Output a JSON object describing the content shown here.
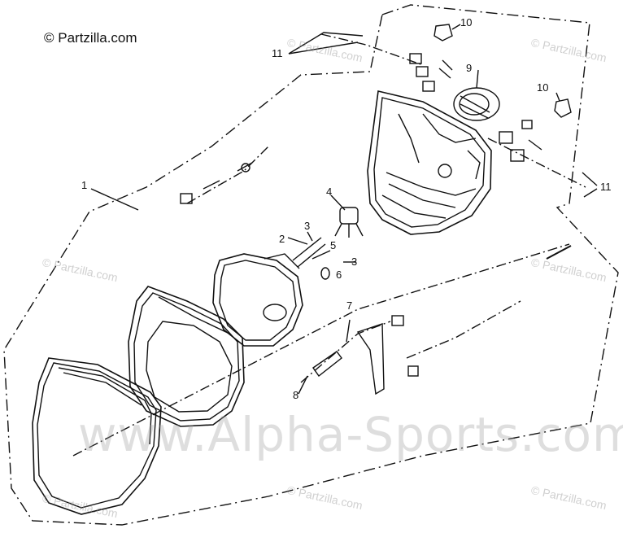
{
  "copyright": "© Partzilla.com",
  "watermark_main": "www.Alpha-Sports.com",
  "watermark_small": "© Partzilla.com",
  "callouts": {
    "c1": "1",
    "c2": "2",
    "c3a": "3",
    "c3b": "3",
    "c4": "4",
    "c5": "5",
    "c6": "6",
    "c7": "7",
    "c8": "8",
    "c9": "9",
    "c10a": "10",
    "c10b": "10",
    "c11a": "11",
    "c11b": "11"
  }
}
